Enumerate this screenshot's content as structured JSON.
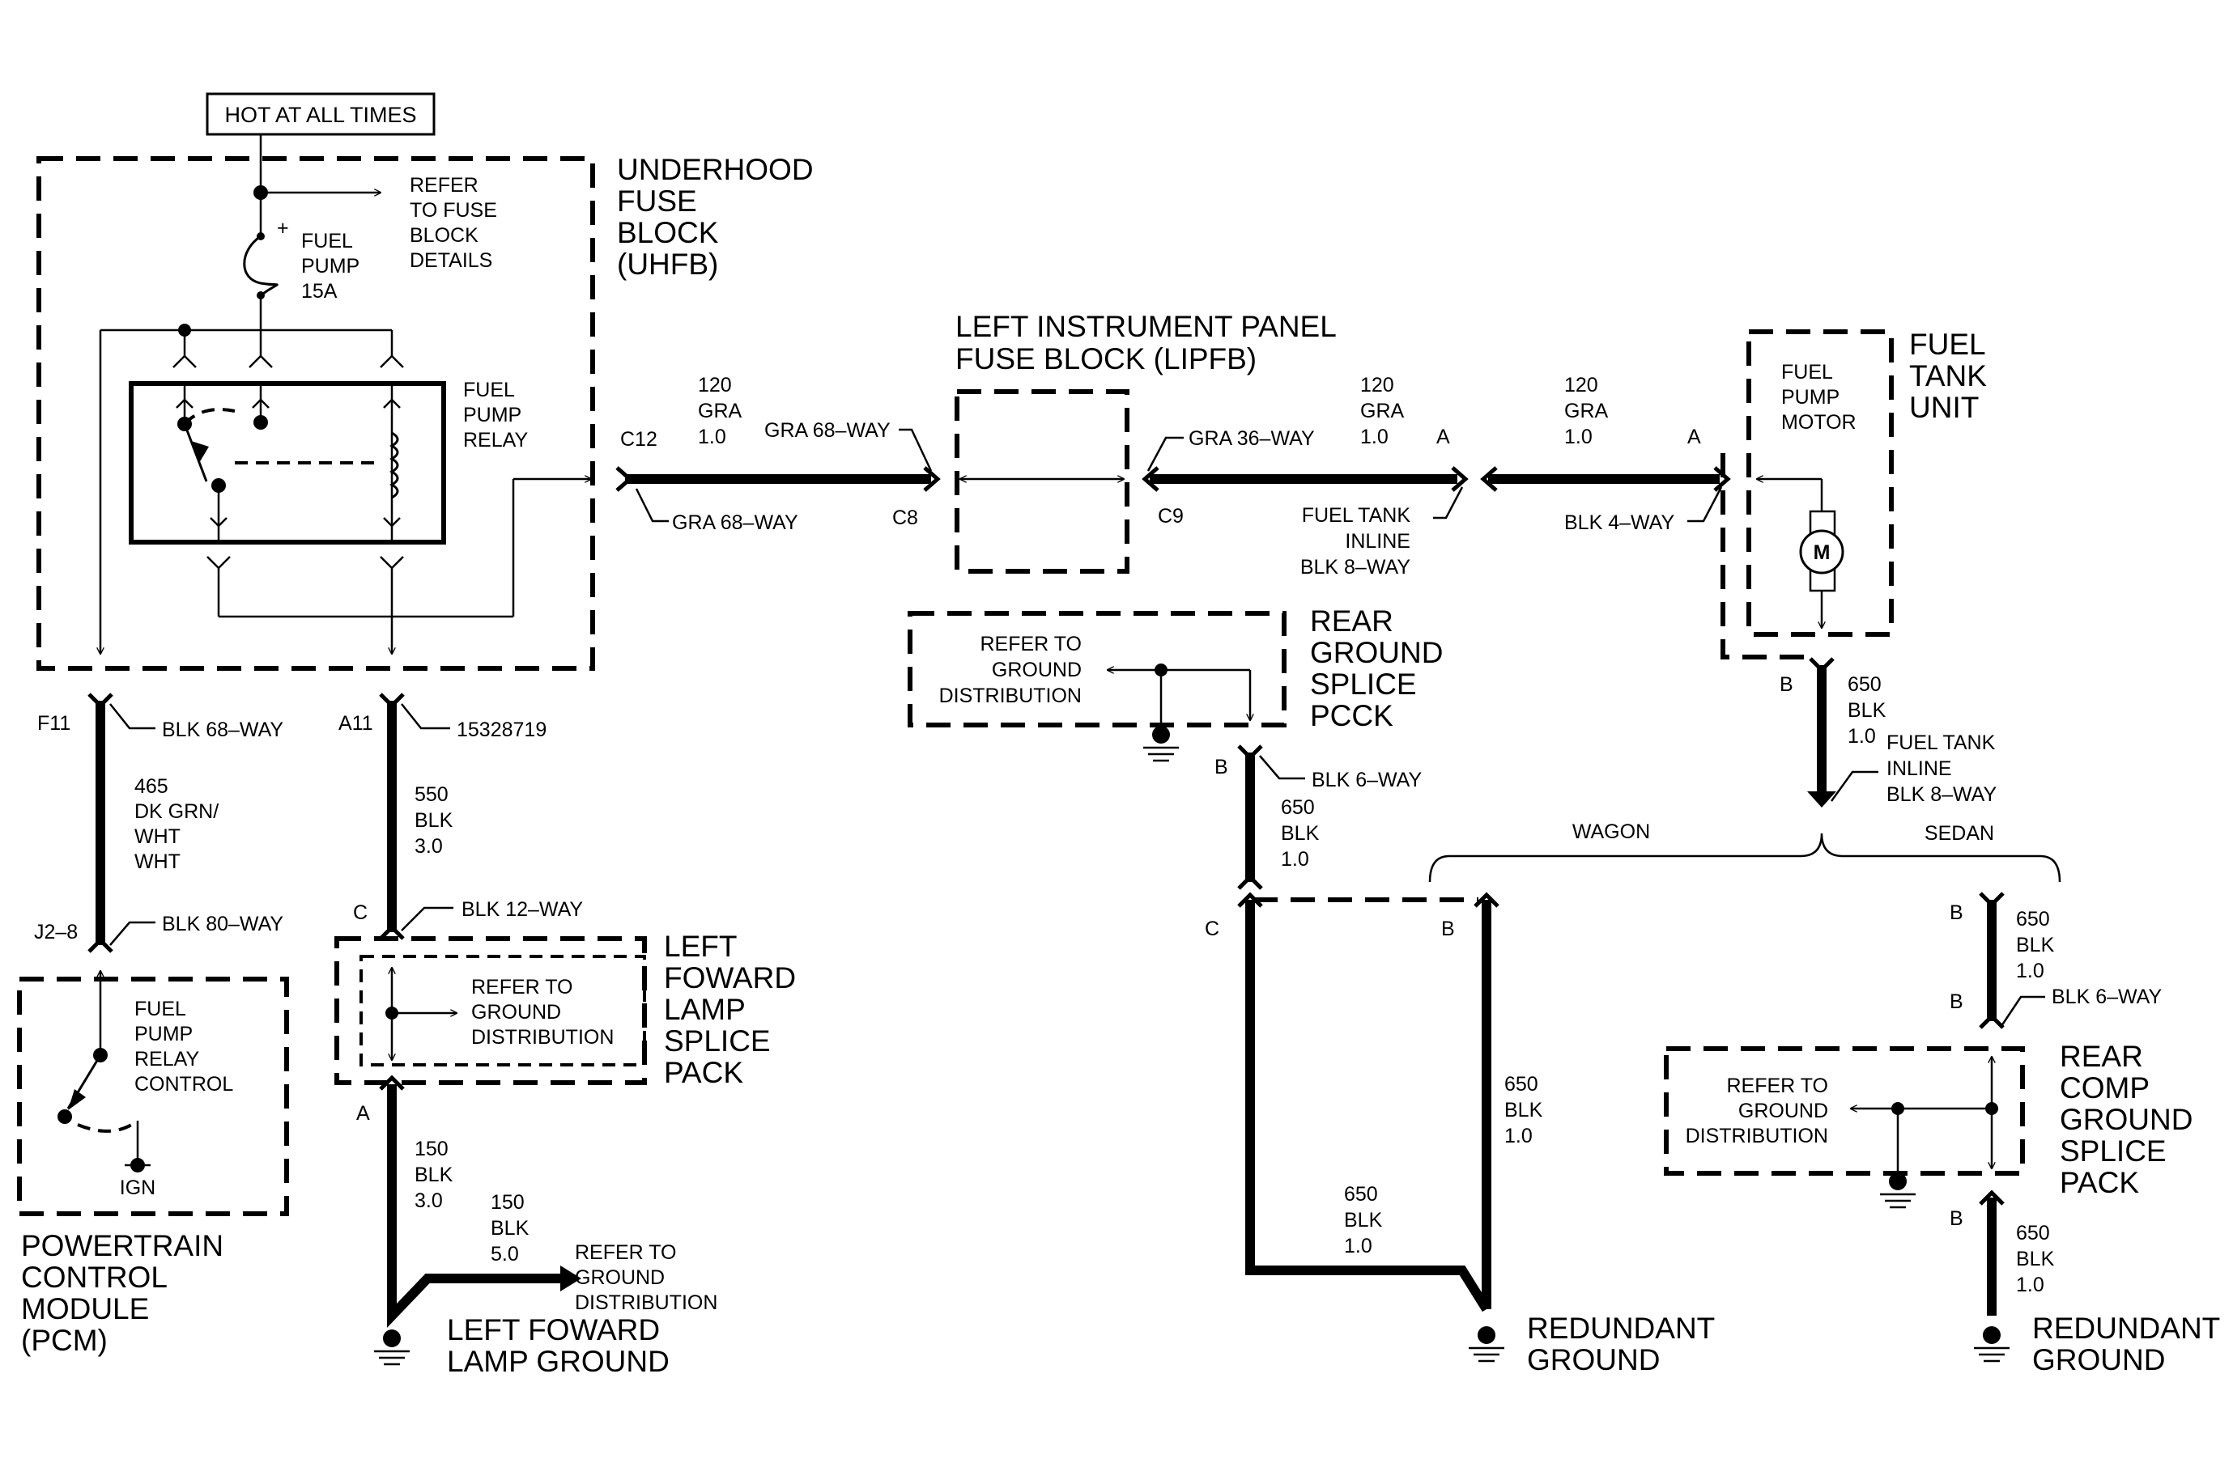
{
  "hot_label": "HOT AT ALL TIMES",
  "uhfb": {
    "title": [
      "UNDERHOOD",
      "FUSE",
      "BLOCK",
      "(UHFB)"
    ],
    "refer": [
      "REFER",
      "TO FUSE",
      "BLOCK",
      "DETAILS"
    ],
    "fuse": [
      "FUEL",
      "PUMP",
      "15A"
    ],
    "plus": "+",
    "relay": [
      "FUEL",
      "PUMP",
      "RELAY"
    ]
  },
  "wire_120a": {
    "c_left": "C12",
    "circuit": [
      "120",
      "GRA",
      "1.0"
    ],
    "conn_top": "GRA 68–WAY",
    "conn_bottom": "GRA 68–WAY",
    "c_right": "C8"
  },
  "lipfb": {
    "title": [
      "LEFT INSTRUMENT PANEL",
      "FUSE BLOCK (LIPFB)"
    ]
  },
  "wire_120b": {
    "conn_top": "GRA 36–WAY",
    "circuit": [
      "120",
      "GRA",
      "1.0"
    ],
    "pin": "A",
    "c_left": "C9",
    "inline": [
      "FUEL TANK",
      "INLINE",
      "BLK 8–WAY"
    ]
  },
  "wire_120c": {
    "circuit": [
      "120",
      "GRA",
      "1.0"
    ],
    "pin": "A",
    "conn": "BLK 4–WAY"
  },
  "fuel_tank": {
    "title": [
      "FUEL",
      "TANK",
      "UNIT"
    ],
    "motor": [
      "FUEL",
      "PUMP",
      "MOTOR"
    ],
    "motor_symbol": "M"
  },
  "wire_465": {
    "pin": "F11",
    "conn": "BLK 68–WAY",
    "circuit": [
      "465",
      "DK GRN/",
      "WHT",
      "WHT"
    ],
    "pin2": "J2–8",
    "conn2": "BLK 80–WAY"
  },
  "wire_550": {
    "pin": "A11",
    "conn": "15328719",
    "circuit": [
      "550",
      "BLK",
      "3.0"
    ],
    "pin_c": "C",
    "conn_c": "BLK 12–WAY"
  },
  "pcm": {
    "inner": [
      "FUEL",
      "PUMP",
      "RELAY",
      "CONTROL"
    ],
    "ign": "IGN",
    "title": [
      "POWERTRAIN",
      "CONTROL",
      "MODULE",
      "(PCM)"
    ]
  },
  "lflsp": {
    "refer": [
      "REFER TO",
      "GROUND",
      "DISTRIBUTION"
    ],
    "title": [
      "LEFT",
      "FOWARD",
      "LAMP",
      "SPLICE",
      "PACK"
    ]
  },
  "wire_150": {
    "pin": "A",
    "circuit1": [
      "150",
      "BLK",
      "3.0"
    ],
    "circuit2": [
      "150",
      "BLK",
      "5.0"
    ],
    "refer": [
      "REFER TO",
      "GROUND",
      "DISTRIBUTION"
    ]
  },
  "left_ground": {
    "title": [
      "LEFT FOWARD",
      "LAMP GROUND"
    ]
  },
  "rgsp": {
    "refer": [
      "REFER TO",
      "GROUND",
      "DISTRIBUTION"
    ],
    "title": [
      "REAR",
      "GROUND",
      "SPLICE",
      "PCCK"
    ]
  },
  "wire_650_mid": {
    "pin": "B",
    "conn": "BLK 6–WAY",
    "circuit": [
      "650",
      "BLK",
      "1.0"
    ],
    "pin_c": "C",
    "pin_b": "B",
    "circuit_right": [
      "650",
      "BLK",
      "1.0"
    ],
    "circuit_bottom": [
      "650",
      "BLK",
      "1.0"
    ]
  },
  "redundant_ground_1": {
    "title": [
      "REDUNDANT",
      "GROUND"
    ]
  },
  "wire_650_right": {
    "pin": "B",
    "circuit": [
      "650",
      "BLK",
      "1.0"
    ],
    "inline": [
      "FUEL TANK",
      "INLINE",
      "BLK 8–WAY"
    ]
  },
  "variants": {
    "wagon": "WAGON",
    "sedan": "SEDAN"
  },
  "wire_650_sedan": {
    "pin1": "B",
    "circuit": [
      "650",
      "BLK",
      "1.0"
    ],
    "pin2": "B",
    "conn": "BLK 6–WAY"
  },
  "rcgsp": {
    "refer": [
      "REFER TO",
      "GROUND",
      "DISTRIBUTION"
    ],
    "title": [
      "REAR",
      "COMP",
      "GROUND",
      "SPLICE",
      "PACK"
    ]
  },
  "wire_650_bottom": {
    "pin": "B",
    "circuit": [
      "650",
      "BLK",
      "1.0"
    ]
  },
  "redundant_ground_2": {
    "title": [
      "REDUNDANT",
      "GROUND"
    ]
  }
}
